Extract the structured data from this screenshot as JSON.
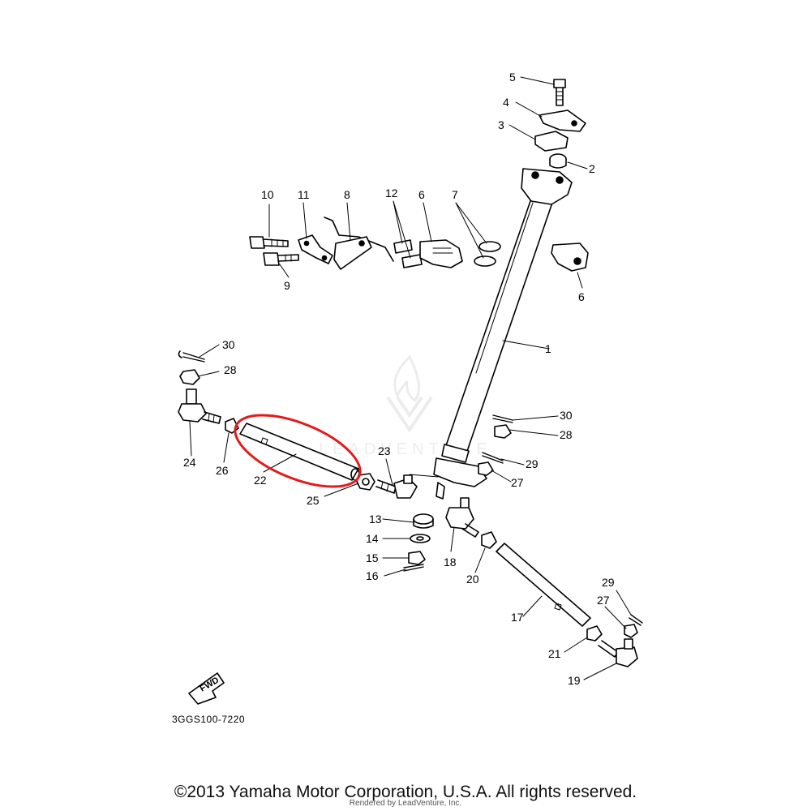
{
  "diagram": {
    "ref_code": "3GGS100-7220",
    "fwd_label": "FWD",
    "watermark_text": "LEADVENTURE",
    "copyright": "©2013 Yamaha Motor Corporation, U.S.A. All rights reserved.",
    "rendered_by": "Rendered by LeadVenture, Inc.",
    "highlight_color": "#e31b1b",
    "highlighted_part": "22",
    "labels": {
      "l1": "1",
      "l2": "2",
      "l3": "3",
      "l4": "4",
      "l5": "5",
      "l6a": "6",
      "l6b": "6",
      "l7": "7",
      "l8": "8",
      "l9": "9",
      "l10": "10",
      "l11": "11",
      "l12": "12",
      "l13": "13",
      "l14": "14",
      "l15": "15",
      "l16": "16",
      "l17": "17",
      "l18": "18",
      "l19": "19",
      "l20": "20",
      "l21": "21",
      "l22": "22",
      "l23": "23",
      "l24": "24",
      "l25": "25",
      "l26": "26",
      "l27a": "27",
      "l27b": "27",
      "l28a": "28",
      "l28b": "28",
      "l29a": "29",
      "l29b": "29",
      "l30a": "30",
      "l30b": "30"
    }
  }
}
